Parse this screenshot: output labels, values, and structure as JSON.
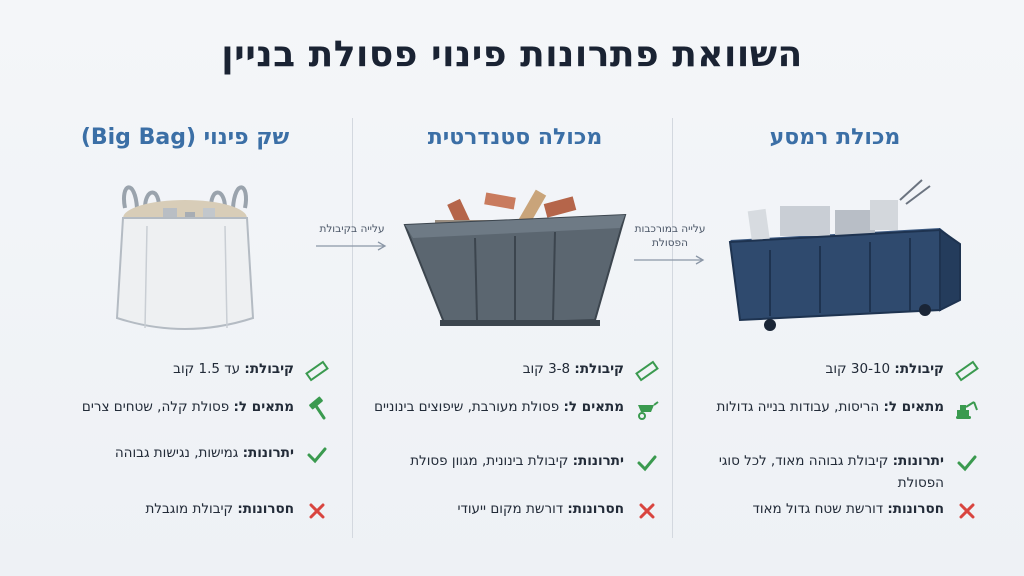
{
  "title": "השוואת פתרונות פינוי פסולת בניין",
  "arrows": [
    {
      "text": "עלייה במורכבות הפסולת"
    },
    {
      "text": "עלייה בקיבולת"
    }
  ],
  "columns": [
    {
      "heading": "מכולת רמסע",
      "image": "dumpster-container",
      "rows": [
        {
          "label": "קיבולת:",
          "value": " 30-10 קוב",
          "icon": "ruler-icon"
        },
        {
          "label": "מתאים ל:",
          "value": " הריסות, עבודות בנייה גדולות",
          "icon": "excavator-icon"
        },
        {
          "label": "יתרונות:",
          "value": " קיבולת גבוהה מאוד, לכל סוגי הפסולת",
          "icon": "check-icon"
        },
        {
          "label": "חסרונות:",
          "value": " דורשת שטח גדול מאוד",
          "icon": "x-icon"
        }
      ]
    },
    {
      "heading": "מכולה סטנדרטית",
      "image": "skip-container",
      "rows": [
        {
          "label": "קיבולת:",
          "value": " 3-8 קוב",
          "icon": "ruler-icon"
        },
        {
          "label": "מתאים ל:",
          "value": " פסולת מעורבת, שיפוצים בינוניים",
          "icon": "wheelbarrow-icon"
        },
        {
          "label": "יתרונות:",
          "value": " קיבולת בינונית, מגוון פסולת",
          "icon": "check-icon"
        },
        {
          "label": "חסרונות:",
          "value": " דורשת מקום ייעודי",
          "icon": "x-icon"
        }
      ]
    },
    {
      "heading": "שק פינוי (Big Bag)",
      "image": "big-bag",
      "rows": [
        {
          "label": "קיבולת:",
          "value": " עד 1.5 קוב",
          "icon": "ruler-icon"
        },
        {
          "label": "מתאים ל:",
          "value": " פסולת קלה, שטחים צרים",
          "icon": "hammer-icon"
        },
        {
          "label": "יתרונות:",
          "value": " גמישות, נגישות גבוהה",
          "icon": "check-icon"
        },
        {
          "label": "חסרונות:",
          "value": " קיבולת מוגבלת",
          "icon": "x-icon"
        }
      ]
    }
  ],
  "colors": {
    "heading": "#3b6fa6",
    "green": "#3a9a4f",
    "red": "#d9453f",
    "dumpster": "#2f4a6e",
    "skip": "#5b6670",
    "bag": "#eef0f2"
  }
}
